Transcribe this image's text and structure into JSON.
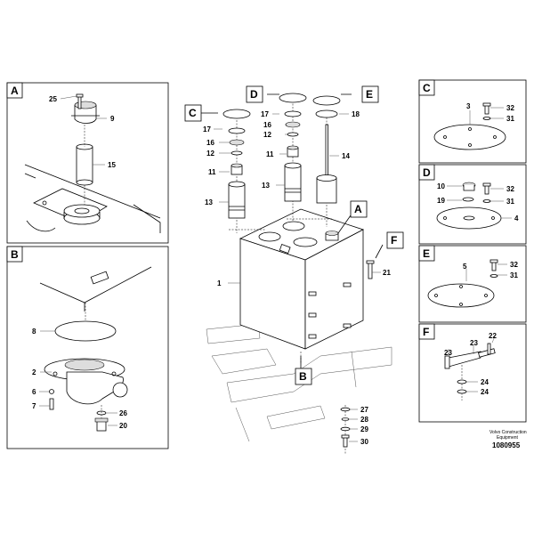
{
  "panels": {
    "A": {
      "label": "A",
      "parts": [
        "25",
        "9",
        "15"
      ]
    },
    "B": {
      "label": "B",
      "parts": [
        "8",
        "2",
        "6",
        "7",
        "26",
        "20"
      ]
    },
    "C": {
      "label": "C",
      "parts": [
        "3",
        "32",
        "31"
      ]
    },
    "D": {
      "label": "D",
      "parts": [
        "10",
        "32",
        "19",
        "31",
        "4"
      ]
    },
    "E": {
      "label": "E",
      "parts": [
        "5",
        "32",
        "31"
      ]
    },
    "F": {
      "label": "F",
      "parts": [
        "23",
        "23",
        "22",
        "24",
        "24"
      ]
    }
  },
  "main": {
    "callouts": {
      "C": "C",
      "D": "D",
      "E": "E",
      "A": "A",
      "F": "F",
      "B": "B"
    },
    "parts": {
      "c17": "17",
      "c16": "16",
      "c12": "12",
      "c11": "11",
      "c13": "13",
      "d17": "17",
      "d16": "16",
      "d12": "12",
      "d11": "11",
      "d13": "13",
      "e18": "18",
      "e14": "14",
      "p1": "1",
      "p21": "21",
      "p27": "27",
      "p28": "28",
      "p29": "29",
      "p30": "30"
    }
  },
  "footer": {
    "brand_line1": "Volvo Construction",
    "brand_line2": "Equipment",
    "drawing_number": "1080955"
  }
}
